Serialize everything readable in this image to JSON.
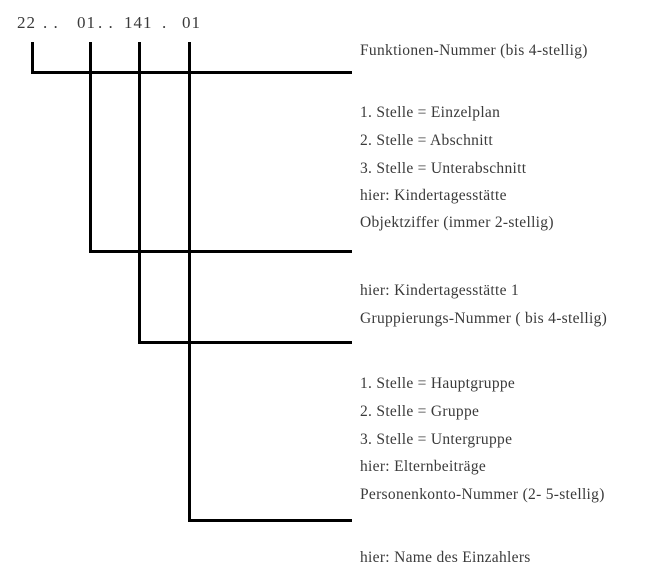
{
  "code": {
    "seg1": "22",
    "sep1": ". .",
    "seg2": "01",
    "sep2": ". .",
    "seg3": "141",
    "sep3": ".",
    "seg4": "01"
  },
  "branches": [
    {
      "label": "Funktionen-Nummer (bis 4-stellig)",
      "details": [
        "1. Stelle = Einzelplan",
        "2. Stelle = Abschnitt",
        "3. Stelle = Unterabschnitt",
        "hier: Kindertagesstätte"
      ]
    },
    {
      "label": "Objektziffer (immer 2-stellig)",
      "details": [
        "hier: Kindertagesstätte 1"
      ]
    },
    {
      "label": "Gruppierungs-Nummer ( bis 4-stellig)",
      "details": [
        "1. Stelle = Hauptgruppe",
        "2. Stelle = Gruppe",
        "3. Stelle = Untergruppe",
        "hier: Elternbeiträge"
      ]
    },
    {
      "label": "Personenkonto-Nummer (2- 5-stellig)",
      "details": [
        "hier: Name des Einzahlers"
      ]
    }
  ]
}
